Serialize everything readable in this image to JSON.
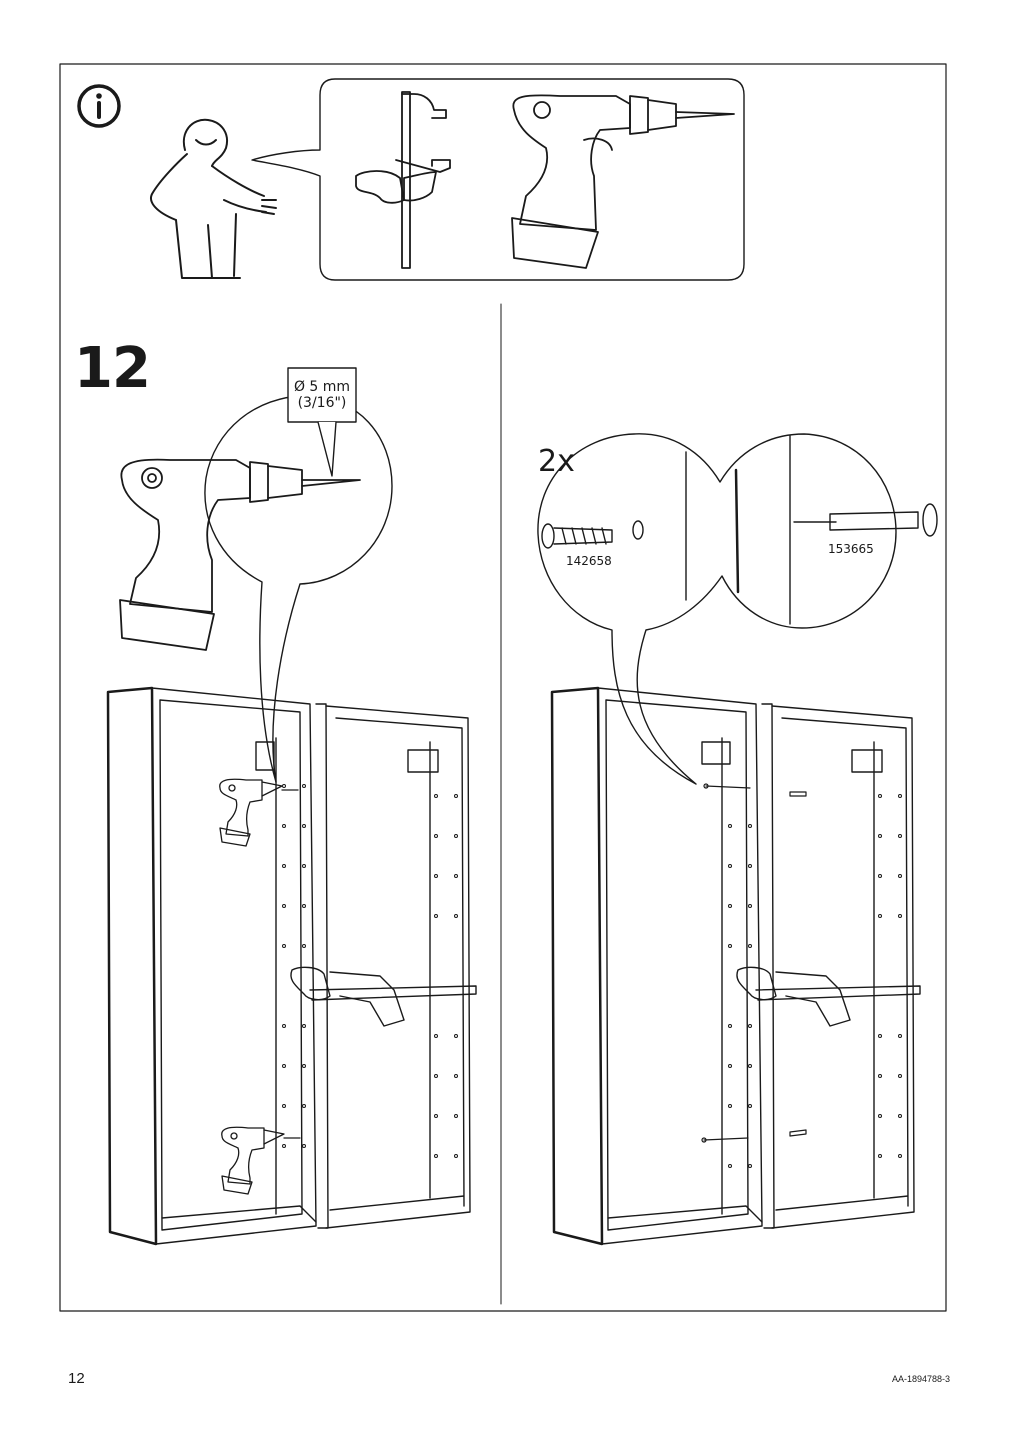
{
  "step": {
    "number": "12"
  },
  "drill_bit_label": {
    "line1": "Ø 5 mm",
    "line2": "(3/16\")"
  },
  "quantity": "2x",
  "parts": {
    "screw_id": "142658",
    "dowel_id": "153665"
  },
  "footer": {
    "page_number": "12",
    "document_code": "AA-1894788-3"
  },
  "icons": [
    "info-icon",
    "clamp-icon",
    "drill-icon",
    "person-icon"
  ]
}
